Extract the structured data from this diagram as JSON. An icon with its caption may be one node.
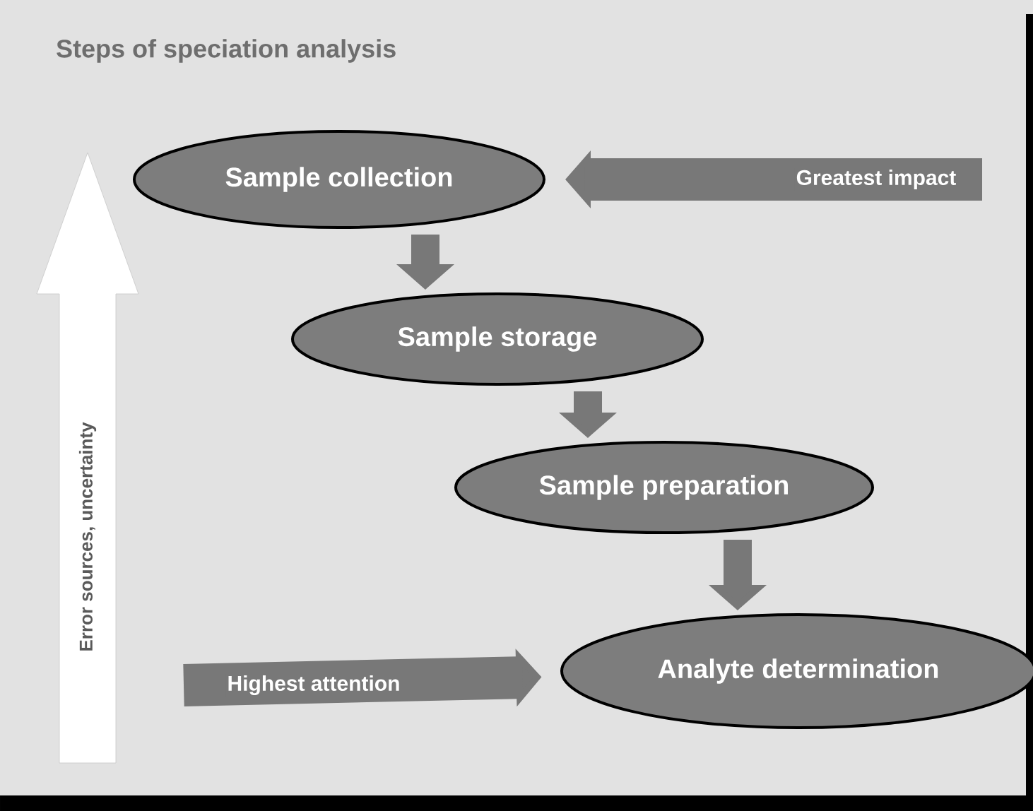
{
  "diagram": {
    "title": "Steps of speciation analysis",
    "nodes": [
      {
        "text": [
          "Sample collection"
        ]
      },
      {
        "text": [
          "Sample storage"
        ]
      },
      {
        "text": [
          "Sample preparation"
        ]
      },
      {
        "text": [
          "Analyte determination"
        ]
      }
    ],
    "edges": [
      {
        "from": 0,
        "to": 1,
        "arrow": "to"
      },
      {
        "from": 1,
        "to": 2,
        "arrow": "to"
      },
      {
        "from": 2,
        "to": 3,
        "arrow": "to"
      },
      {
        "from": null,
        "to": 0,
        "arrow": "to",
        "label": "Greatest impact"
      },
      {
        "from": null,
        "to": 3,
        "arrow": "to",
        "label": "Highest attention"
      }
    ],
    "labels": [
      "Error sources, uncertainty"
    ]
  }
}
